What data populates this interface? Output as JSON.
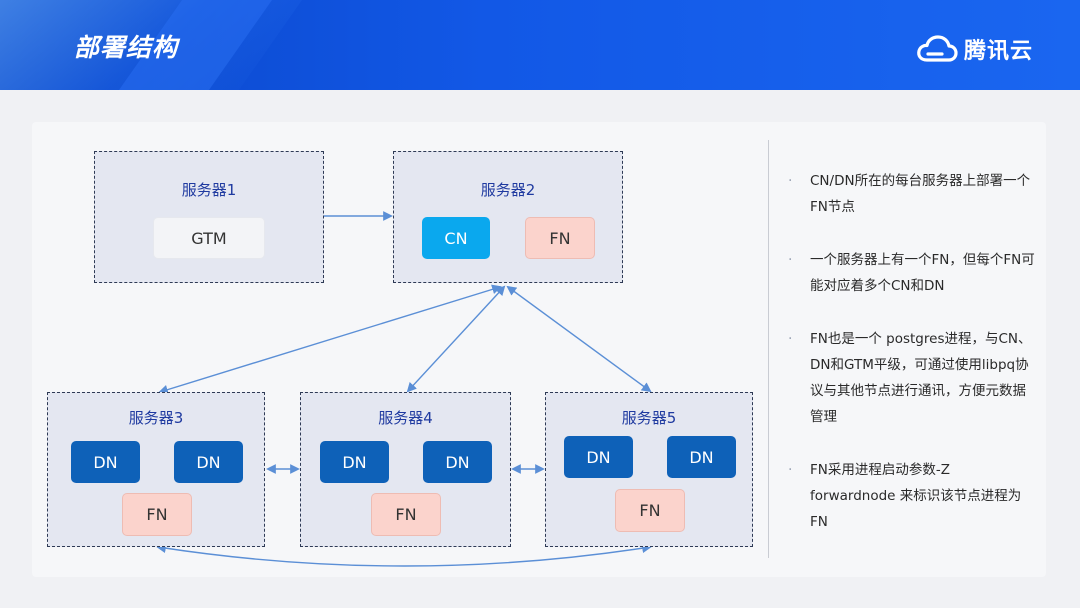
{
  "header": {
    "title": "部署结构",
    "logo_text": "腾讯云"
  },
  "servers": [
    {
      "label": "服务器1",
      "nodes": [
        "GTM"
      ]
    },
    {
      "label": "服务器2",
      "nodes": [
        "CN",
        "FN"
      ]
    },
    {
      "label": "服务器3",
      "nodes": [
        "DN",
        "DN",
        "FN"
      ]
    },
    {
      "label": "服务器4",
      "nodes": [
        "DN",
        "DN",
        "FN"
      ]
    },
    {
      "label": "服务器5",
      "nodes": [
        "DN",
        "DN",
        "FN"
      ]
    }
  ],
  "bullets": [
    {
      "marker": "·",
      "text": "CN/DN所在的每台服务器上部署一个FN节点"
    },
    {
      "marker": "·",
      "text": "一个服务器上有一个FN，但每个FN可能对应着多个CN和DN"
    },
    {
      "marker": "·",
      "text": "FN也是一个 postgres进程，与CN、DN和GTM平级，可通过使用libpq协议与其他节点进行通讯，方便元数据管理"
    },
    {
      "marker": "·",
      "text": "FN采用进程启动参数-Z forwardnode 来标识该节点进程为FN"
    }
  ],
  "colors": {
    "header_blue": "#1258e6",
    "server_border": "#2e3a55",
    "server_fill": "#e4e7f1",
    "server_label": "#1f3aa0",
    "cn": "#0aa8ee",
    "dn": "#0e61b8",
    "fn": "#fbd3cc",
    "gtm": "#f3f4f7",
    "arrow": "#5b8fd6"
  }
}
